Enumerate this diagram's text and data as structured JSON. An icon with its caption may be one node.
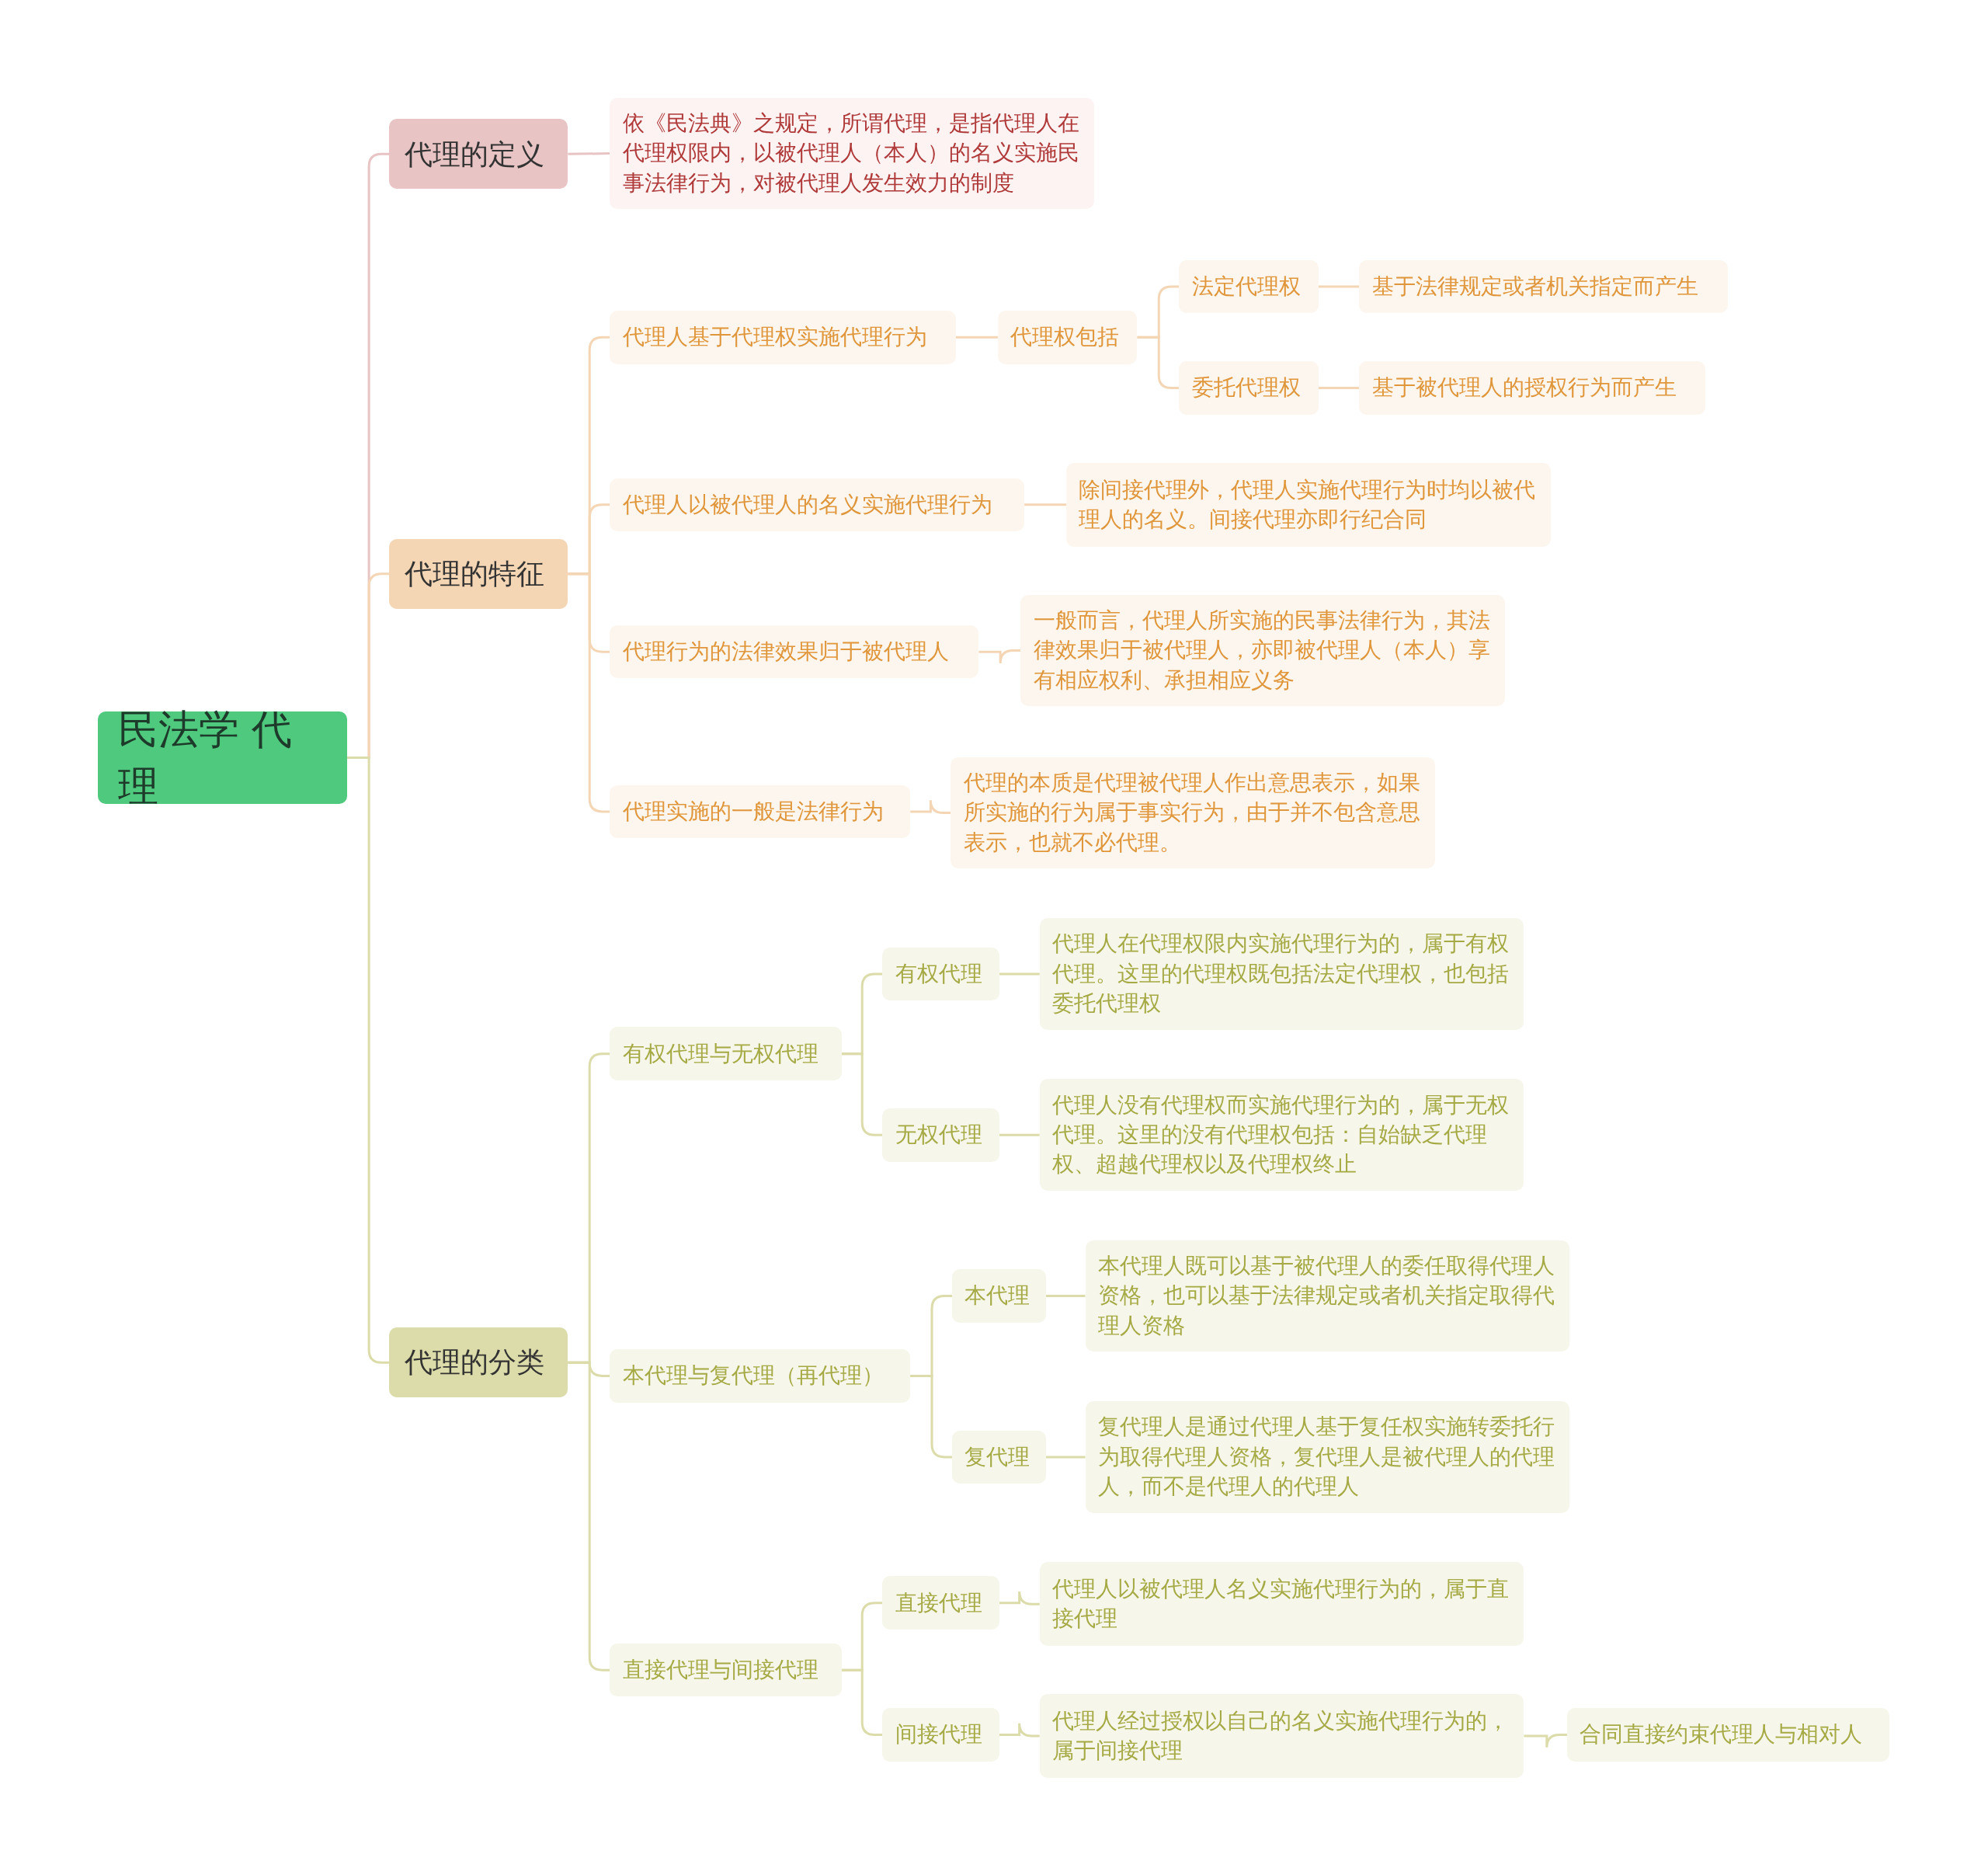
{
  "diagram": {
    "nodes": [
      {
        "text": [
          "民法学 代理"
        ]
      },
      {
        "text": [
          "代理的定义"
        ]
      },
      {
        "text": [
          "依《民法典》之规定，所谓代理，是指代理人在代理权限内，以被代理人（本人）的名义实施民事法律行为，对被代理人发生效力的制度"
        ]
      },
      {
        "text": [
          "代理的特征"
        ]
      },
      {
        "text": [
          "代理人基于代理权实施代理行为"
        ]
      },
      {
        "text": [
          "代理权包括"
        ]
      },
      {
        "text": [
          "法定代理权"
        ]
      },
      {
        "text": [
          "基于法律规定或者机关指定而产生"
        ]
      },
      {
        "text": [
          "委托代理权"
        ]
      },
      {
        "text": [
          "基于被代理人的授权行为而产生"
        ]
      },
      {
        "text": [
          "代理人以被代理人的名义实施代理行为"
        ]
      },
      {
        "text": [
          "除间接代理外，代理人实施代理行为时均以被代理人的名义。间接代理亦即行纪合同"
        ]
      },
      {
        "text": [
          "代理行为的法律效果归于被代理人"
        ]
      },
      {
        "text": [
          "一般而言，代理人所实施的民事法律行为，其法律效果归于被代理人，亦即被代理人（本人）享有相应权利、承担相应义务"
        ]
      },
      {
        "text": [
          "代理实施的一般是法律行为"
        ]
      },
      {
        "text": [
          "代理的本质是代理被代理人作出意思表示，如果所实施的行为属于事实行为，由于并不包含意思表示，也就不必代理。"
        ]
      },
      {
        "text": [
          "代理的分类"
        ]
      },
      {
        "text": [
          "有权代理与无权代理"
        ]
      },
      {
        "text": [
          "有权代理"
        ]
      },
      {
        "text": [
          "代理人在代理权限内实施代理行为的，属于有权代理。这里的代理权既包括法定代理权，也包括委托代理权"
        ]
      },
      {
        "text": [
          "无权代理"
        ]
      },
      {
        "text": [
          "代理人没有代理权而实施代理行为的，属于无权代理。这里的没有代理权包括：自始缺乏代理权、超越代理权以及代理权终止"
        ]
      },
      {
        "text": [
          "本代理与复代理（再代理）"
        ]
      },
      {
        "text": [
          "本代理"
        ]
      },
      {
        "text": [
          "本代理人既可以基于被代理人的委任取得代理人资格，也可以基于法律规定或者机关指定取得代理人资格"
        ]
      },
      {
        "text": [
          "复代理"
        ]
      },
      {
        "text": [
          "复代理人是通过代理人基于复任权实施转委托行为取得代理人资格，复代理人是被代理人的代理人，而不是代理人的代理人"
        ]
      },
      {
        "text": [
          "直接代理与间接代理"
        ]
      },
      {
        "text": [
          "直接代理"
        ]
      },
      {
        "text": [
          "代理人以被代理人名义实施代理行为的，属于直接代理"
        ]
      },
      {
        "text": [
          "间接代理"
        ]
      },
      {
        "text": [
          "代理人经过授权以自己的名义实施代理行为的，属于间接代理"
        ]
      },
      {
        "text": [
          "合同直接约束代理人与相对人"
        ]
      }
    ],
    "edges": [
      {
        "from": 0,
        "to": 1,
        "arrow": "none",
        "color": "#e8c4c4"
      },
      {
        "from": 1,
        "to": 2,
        "arrow": "none",
        "color": "#e8c4c4"
      },
      {
        "from": 0,
        "to": 3,
        "arrow": "none",
        "color": "#f4d6b5"
      },
      {
        "from": 3,
        "to": 4,
        "arrow": "none",
        "color": "#f4d6b5"
      },
      {
        "from": 4,
        "to": 5,
        "arrow": "none",
        "color": "#f4d6b5"
      },
      {
        "from": 5,
        "to": 6,
        "arrow": "none",
        "color": "#f4d6b5"
      },
      {
        "from": 6,
        "to": 7,
        "arrow": "none",
        "color": "#f4d6b5"
      },
      {
        "from": 5,
        "to": 8,
        "arrow": "none",
        "color": "#f4d6b5"
      },
      {
        "from": 8,
        "to": 9,
        "arrow": "none",
        "color": "#f4d6b5"
      },
      {
        "from": 3,
        "to": 10,
        "arrow": "none",
        "color": "#f4d6b5"
      },
      {
        "from": 10,
        "to": 11,
        "arrow": "none",
        "color": "#f4d6b5"
      },
      {
        "from": 3,
        "to": 12,
        "arrow": "none",
        "color": "#f4d6b5"
      },
      {
        "from": 12,
        "to": 13,
        "arrow": "none",
        "color": "#f4d6b5"
      },
      {
        "from": 3,
        "to": 14,
        "arrow": "none",
        "color": "#f4d6b5"
      },
      {
        "from": 14,
        "to": 15,
        "arrow": "none",
        "color": "#f4d6b5"
      },
      {
        "from": 0,
        "to": 16,
        "arrow": "none"
      },
      {
        "from": 16,
        "to": 17,
        "arrow": "none"
      },
      {
        "from": 17,
        "to": 18,
        "arrow": "none"
      },
      {
        "from": 18,
        "to": 19,
        "arrow": "none"
      },
      {
        "from": 17,
        "to": 20,
        "arrow": "none"
      },
      {
        "from": 20,
        "to": 21,
        "arrow": "none"
      },
      {
        "from": 16,
        "to": 22,
        "arrow": "none"
      },
      {
        "from": 22,
        "to": 23,
        "arrow": "none"
      },
      {
        "from": 23,
        "to": 24,
        "arrow": "none"
      },
      {
        "from": 22,
        "to": 25,
        "arrow": "none"
      },
      {
        "from": 25,
        "to": 26,
        "arrow": "none"
      },
      {
        "from": 16,
        "to": 27,
        "arrow": "none"
      },
      {
        "from": 27,
        "to": 28,
        "arrow": "none"
      },
      {
        "from": 28,
        "to": 29,
        "arrow": "none"
      },
      {
        "from": 27,
        "to": 30,
        "arrow": "none"
      },
      {
        "from": 30,
        "to": 31,
        "arrow": "none"
      },
      {
        "from": 31,
        "to": 32,
        "arrow": "none"
      }
    ]
  }
}
